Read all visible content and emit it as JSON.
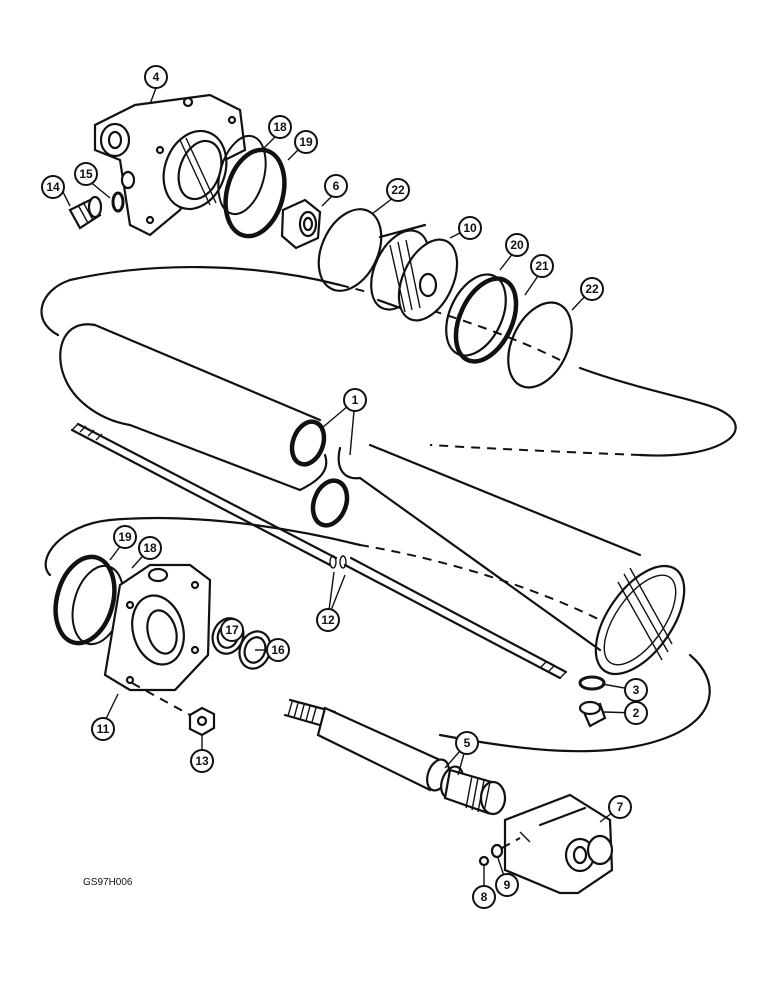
{
  "figure_code": "GS97H006",
  "callouts": [
    {
      "label": "1"
    },
    {
      "label": "2"
    },
    {
      "label": "3"
    },
    {
      "label": "4"
    },
    {
      "label": "5"
    },
    {
      "label": "6"
    },
    {
      "label": "7"
    },
    {
      "label": "8"
    },
    {
      "label": "9"
    },
    {
      "label": "10"
    },
    {
      "label": "11"
    },
    {
      "label": "12"
    },
    {
      "label": "13"
    },
    {
      "label": "14"
    },
    {
      "label": "15"
    },
    {
      "label": "16"
    },
    {
      "label": "17"
    },
    {
      "label": "18"
    },
    {
      "label": "19"
    },
    {
      "label": "20"
    },
    {
      "label": "21"
    },
    {
      "label": "22"
    },
    {
      "label": "22"
    },
    {
      "label": "19"
    },
    {
      "label": "18"
    }
  ]
}
